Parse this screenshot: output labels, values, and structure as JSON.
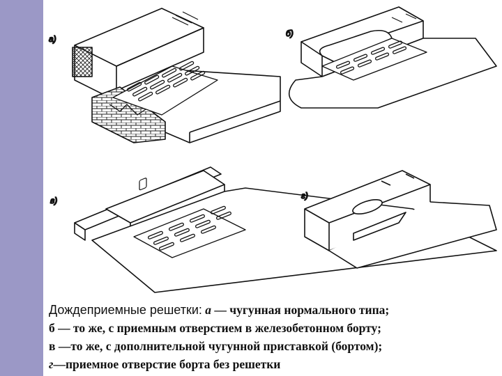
{
  "figure": {
    "panel_labels": [
      "а)",
      "б)",
      "в)",
      "г)"
    ]
  },
  "caption": {
    "line1_lead": "Дождеприемные решетки:",
    "line1_letter": "а",
    "line1_rest": " — чугунная нормального типа;",
    "line2": "б — то же, с приемным отверстием в железобетонном борту;",
    "line3": "в —то же, с дополнительной чугунной приставкой (бортом);",
    "line4_letter": "г",
    "line4_rest": "—приемное отверстие борта без решетки"
  }
}
